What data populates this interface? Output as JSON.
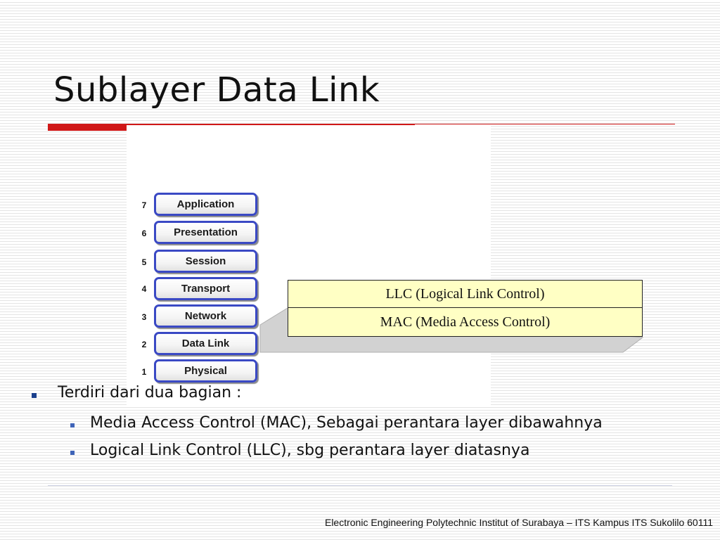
{
  "slide": {
    "title": "Sublayer Data Link",
    "footer": "Electronic Engineering Polytechnic Institut of Surabaya – ITS Kampus ITS Sukolilo 60111"
  },
  "osi_layers": [
    {
      "number": "7",
      "name": "Application"
    },
    {
      "number": "6",
      "name": "Presentation"
    },
    {
      "number": "5",
      "name": "Session"
    },
    {
      "number": "4",
      "name": "Transport"
    },
    {
      "number": "3",
      "name": "Network"
    },
    {
      "number": "2",
      "name": "Data Link"
    },
    {
      "number": "1",
      "name": "Physical"
    }
  ],
  "sublayers": {
    "llc": "LLC (Logical Link Control)",
    "mac": "MAC (Media Access Control)"
  },
  "bullets": {
    "main": "Terdiri dari dua bagian :",
    "sub": [
      "Media Access Control (MAC), Sebagai perantara layer dibawahnya",
      "Logical Link Control (LLC), sbg perantara layer diatasnya"
    ]
  },
  "colors": {
    "accent_red": "#d01818",
    "layer_border": "#3a49c4",
    "sublayer_fill": "#ffffc4",
    "bullet_blue": "#1a3f8c"
  }
}
